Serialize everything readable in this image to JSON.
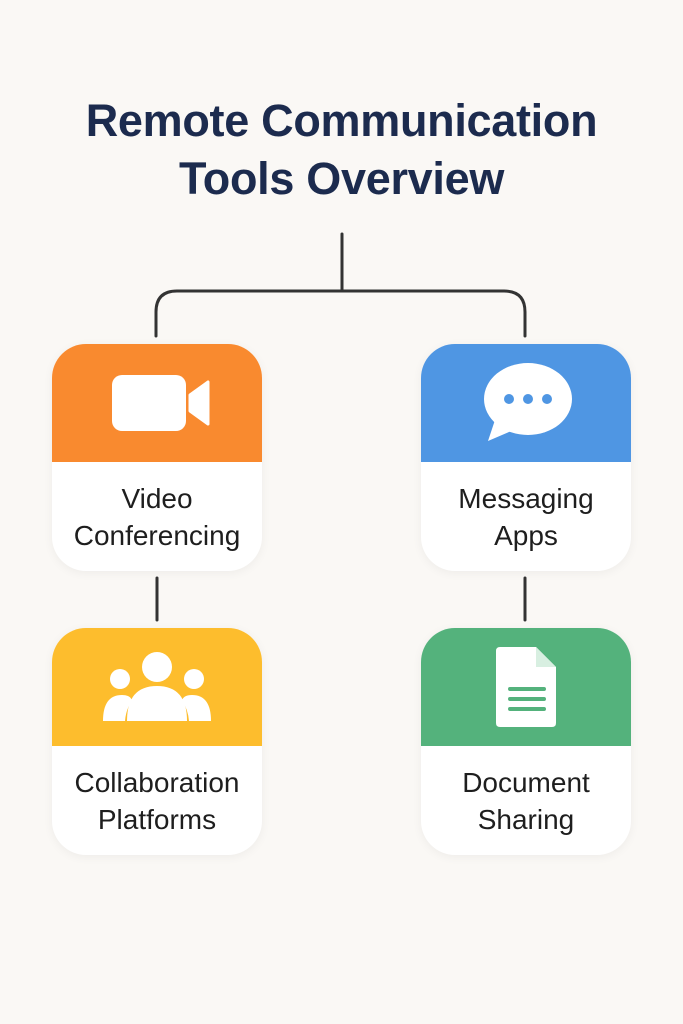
{
  "title": {
    "line1": "Remote Communication",
    "line2": "Tools Overview"
  },
  "colors": {
    "title": "#1c2b4e",
    "connector": "#333333",
    "video": "#f98a2f",
    "messaging": "#4f96e3",
    "collaboration": "#fdbd2d",
    "document": "#54b27c"
  },
  "nodes": {
    "video": {
      "line1": "Video",
      "line2": "Conferencing",
      "icon": "video-camera-icon"
    },
    "messaging": {
      "line1": "Messaging",
      "line2": "Apps",
      "icon": "chat-bubble-icon"
    },
    "collaboration": {
      "line1": "Collaboration",
      "line2": "Platforms",
      "icon": "people-group-icon"
    },
    "document": {
      "line1": "Document",
      "line2": "Sharing",
      "icon": "document-icon"
    }
  }
}
